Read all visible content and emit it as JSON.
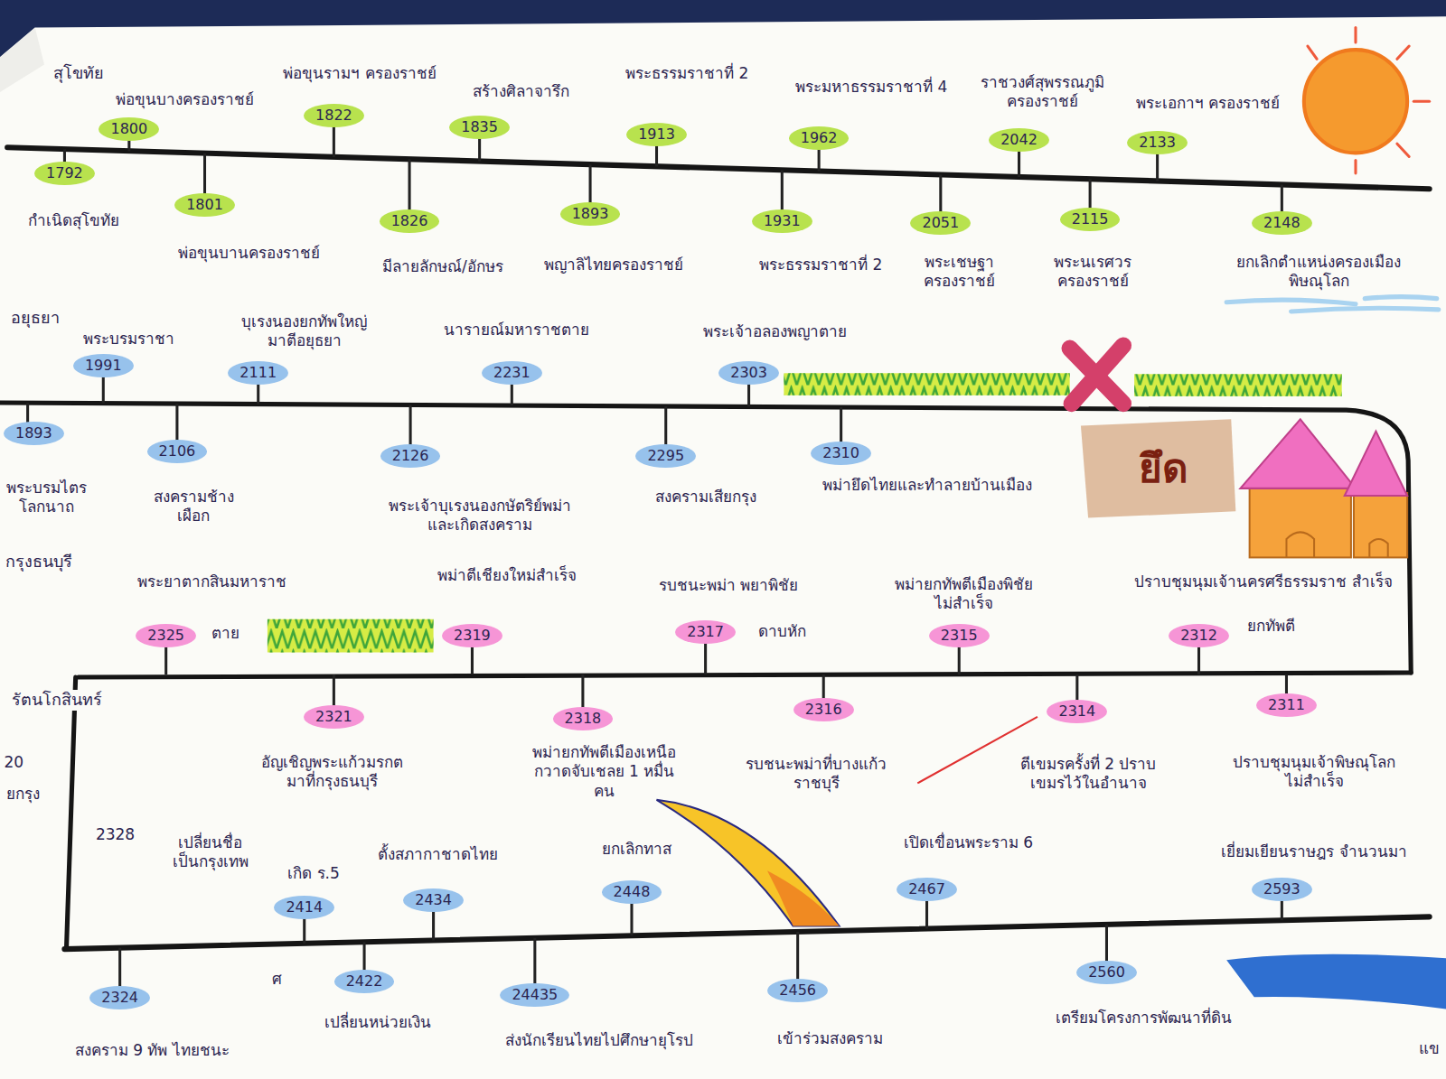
{
  "diagram": {
    "nodes": [
      {
        "text": [
          "1792",
          "กำเนิดสุโขทัย"
        ]
      },
      {
        "text": [
          "1800",
          "พ่อขุนบางครองราชย์"
        ]
      },
      {
        "text": [
          "1801",
          "พ่อขุนบานครองราชย์"
        ]
      },
      {
        "text": [
          "1822",
          "พ่อขุนรามฯ ครองราชย์"
        ]
      },
      {
        "text": [
          "1826",
          "มีลายลักษณ์/อักษร"
        ]
      },
      {
        "text": [
          "1835",
          "สร้างศิลาจารึก"
        ]
      },
      {
        "text": [
          "1893",
          "พญาลิไทยครองราชย์"
        ]
      },
      {
        "text": [
          "1913",
          "พระธรรมราชาที่ 2"
        ]
      },
      {
        "text": [
          "1931",
          "พระธรรมราชาที่ 2"
        ]
      },
      {
        "text": [
          "1962",
          "พระมหาธรรมราชาที่ 4"
        ]
      },
      {
        "text": [
          "2051",
          "พระเชษฐา ครองราชย์"
        ]
      },
      {
        "text": [
          "2042",
          "ราชวงศ์สุพรรณภูมิ ครองราชย์"
        ]
      },
      {
        "text": [
          "2133",
          "พระเอกาฯ ครองราชย์"
        ]
      },
      {
        "text": [
          "2115",
          "พระนเรศวร ครองราชย์"
        ]
      },
      {
        "text": [
          "2148",
          "ยกเลิกตำแหน่งครองเมือง พิษณุโลก"
        ]
      },
      {
        "text": [
          "1893",
          "พระบรมไตร โลกนาถ"
        ]
      },
      {
        "text": [
          "1991",
          "พระบรมราชา"
        ]
      },
      {
        "text": [
          "2106",
          "สงครามช้าง เผือก"
        ]
      },
      {
        "text": [
          "2111",
          "บุเรงนองยกทัพใหญ่ มาตีอยุธยา"
        ]
      },
      {
        "text": [
          "2126",
          "พระเจ้าบุเรงนองกษัตริย์พม่า และเกิดสงคราม"
        ]
      },
      {
        "text": [
          "2231",
          "นารายณ์มหาราชตาย"
        ]
      },
      {
        "text": [
          "2295",
          "สงครามเสียกรุง"
        ]
      },
      {
        "text": [
          "2303",
          "พระเจ้าอลองพญาตาย"
        ]
      },
      {
        "text": [
          "2310",
          "พม่ายึดไทยและทำลายบ้านเมือง"
        ]
      },
      {
        "text": [
          "2325",
          "พระยาตากสินมหาราช",
          "ตาย"
        ]
      },
      {
        "text": [
          "2321",
          "อัญเชิญพระแก้วมรกต มาที่กรุงธนบุรี"
        ]
      },
      {
        "text": [
          "2319",
          "พม่าตีเชียงใหม่สำเร็จ"
        ]
      },
      {
        "text": [
          "2318",
          "พม่ายกทัพตีเมืองเหนือ กวาดจับเชลย 1 หมื่นคน"
        ]
      },
      {
        "text": [
          "2317",
          "รบชนะพม่า พยาพิชัย",
          "ดาบหัก"
        ]
      },
      {
        "text": [
          "2316",
          "รบชนะพม่าที่บางแก้ว ราชบุรี"
        ]
      },
      {
        "text": [
          "2315",
          "พม่ายกทัพตีเมืองพิชัย ไม่สำเร็จ"
        ]
      },
      {
        "text": [
          "2314",
          "ตีเขมรครั้งที่ 2 ปราบเขมรไว้ในอำนาจ"
        ]
      },
      {
        "text": [
          "2312",
          "ปราบชุมนุมเจ้านครศรีธรรมราช สำเร็จ",
          "ยกทัพตี"
        ]
      },
      {
        "text": [
          "2311",
          "ปราบชุมนุมเจ้าพิษณุโลก ไม่สำเร็จ"
        ]
      },
      {
        "text": [
          "2324",
          "สงคราม 9 ทัพ ไทยชนะ"
        ]
      },
      {
        "text": [
          "2414",
          "เกิด ร.5"
        ]
      },
      {
        "text": [
          "2422",
          "เปลี่ยนหน่วยเงิน"
        ]
      },
      {
        "text": [
          "2434",
          "ตั้งสภากาชาดไทย"
        ]
      },
      {
        "text": [
          "24435",
          "ส่งนักเรียนไทยไปศึกษายุโรป"
        ]
      },
      {
        "text": [
          "2448",
          "ยกเลิกทาส"
        ]
      },
      {
        "text": [
          "2456",
          "เข้าร่วมสงคราม"
        ]
      },
      {
        "text": [
          "2467",
          "เปิดเขื่อนพระราม 6"
        ]
      },
      {
        "text": [
          "2560",
          "เตรียมโครงการพัฒนาที่ดิน"
        ]
      },
      {
        "text": [
          "2593",
          "เยี่ยมเยียนราษฎร จำนวนมา"
        ]
      }
    ],
    "labels": [
      "สุโขทัย",
      "อยุธยา",
      "กรุงธนบุรี",
      "รัตนโกสินทร์",
      "20",
      "ยกรุง",
      "2328",
      "เปลี่ยนชื่อ เป็นกรุงเทพ",
      "ศ",
      "ยึด",
      "แข"
    ]
  }
}
